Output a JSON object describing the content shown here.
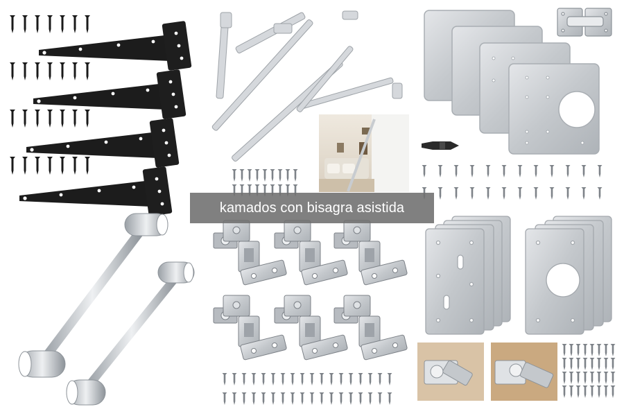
{
  "caption": {
    "text": "kamados con bisagra asistida"
  },
  "colors": {
    "background": "#ffffff",
    "caption_bg": "#6e6e6e",
    "caption_text": "#ffffff",
    "black_hardware": "#1a1a1a",
    "steel": "#c9ccd0",
    "steel_dark": "#8e9399"
  },
  "products": [
    {
      "id": "black-t-hinges",
      "name": "black-t-strap-hinge-icon"
    },
    {
      "id": "lid-stays",
      "name": "lid-support-stay-icon"
    },
    {
      "id": "repair-plates",
      "name": "hinge-repair-plate-icon"
    },
    {
      "id": "hinge-bracket",
      "name": "hinge-bracket-icon"
    },
    {
      "id": "drill-bit",
      "name": "screwdriver-bit-icon"
    },
    {
      "id": "cabinet-photo",
      "name": "cabinet-photo-icon"
    },
    {
      "id": "support-rods",
      "name": "support-rod-icon"
    },
    {
      "id": "concealed-hinges",
      "name": "concealed-hinge-icon"
    },
    {
      "id": "flat-plates",
      "name": "flat-plate-icon"
    },
    {
      "id": "installed-photos",
      "name": "installed-hinge-photo-icon"
    },
    {
      "id": "screws",
      "name": "screw-icon"
    }
  ]
}
